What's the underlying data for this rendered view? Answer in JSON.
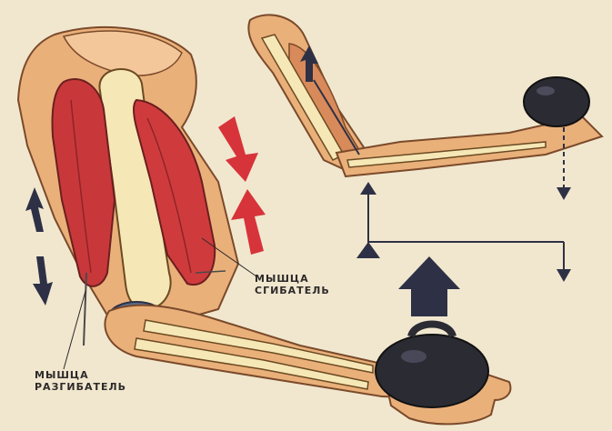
{
  "labels": {
    "flexor": [
      "МЫШЦА",
      "СГИБАТЕЛЬ"
    ],
    "extensor": [
      "МЫШЦА",
      "РАЗГИБАТЕЛЬ"
    ]
  },
  "colors": {
    "background": "#f1e7cf",
    "skin": "#e9a46a",
    "muscle": "#c8383a",
    "bone": "#f5e6b4",
    "weight": "#2b2b33",
    "arrow_red": "#d6343a",
    "arrow_dark": "#2e3145"
  }
}
